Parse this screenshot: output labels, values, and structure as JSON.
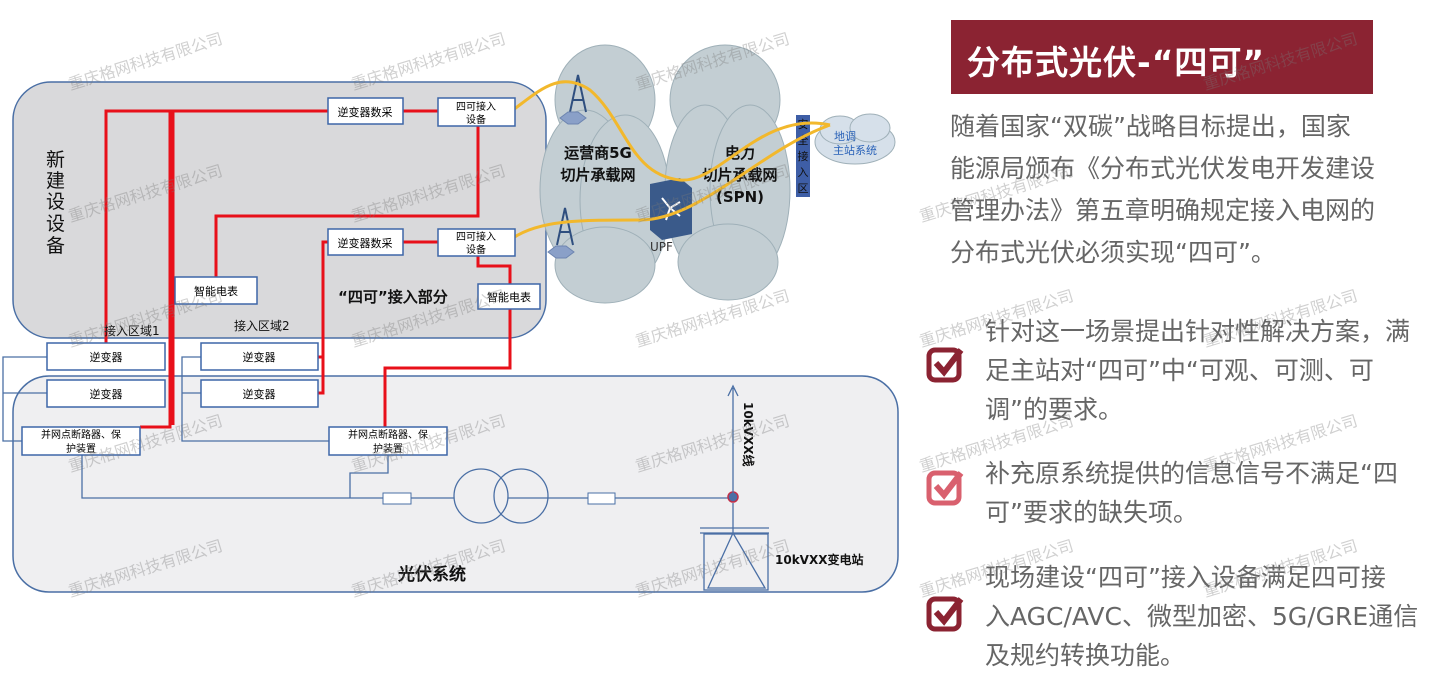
{
  "watermark": "重庆格网科技有限公司",
  "colors": {
    "accent": "#8b2332",
    "check_light": "#d9606e",
    "wire": "#e8101a",
    "link": "#f2b82c",
    "box_border": "#3d66a8"
  },
  "diagram": {
    "new_equipment_label": [
      "新",
      "建",
      "设",
      "设",
      "备"
    ],
    "inverter_daq": "逆变器数采",
    "sike_device": [
      "四可接入",
      "设备"
    ],
    "smart_meter": "智能电表",
    "sike_access_part": "“四可”接入部分",
    "zone1": "接入区域1",
    "zone2": "接入区域2",
    "inverter": "逆变器",
    "breaker": [
      "并网点断路器、保",
      "护装置"
    ],
    "pv_system": "光伏系统",
    "line_label": "10kVXX线",
    "substation": "10kVXX变电站",
    "carrier_net": [
      "运营商5G",
      "切片承载网"
    ],
    "power_net": [
      "电力",
      "切片承载网",
      "(SPN)"
    ],
    "upf": "UPF",
    "security_zone": [
      "安",
      "全",
      "接",
      "入",
      "区"
    ],
    "master_station": [
      "地调",
      "主站系统"
    ]
  },
  "panel": {
    "title": "分布式光伏-“四可”",
    "intro": [
      "随着国家“双碳”战略目标提出，国家",
      "能源局颁布《分布式光伏发电开发建设",
      "管理办法》第五章明确规定接入电网的",
      "分布式光伏必须实现“四可”。"
    ],
    "bullets": [
      {
        "icon": "checkbox-check-icon",
        "lines": [
          "针对这一场景提出针对性解决方案，满",
          "足主站对“四可”中“可观、可测、可",
          "调”的要求。"
        ]
      },
      {
        "icon": "checkbox-check-icon",
        "lines": [
          "补充原系统提供的信息信号不满足“四",
          "可”要求的缺失项。"
        ]
      },
      {
        "icon": "checkbox-check-icon",
        "lines": [
          "现场建设“四可”接入设备满足四可接",
          "入AGC/AVC、微型加密、5G/GRE通信",
          "及规约转换功能。"
        ]
      }
    ]
  }
}
